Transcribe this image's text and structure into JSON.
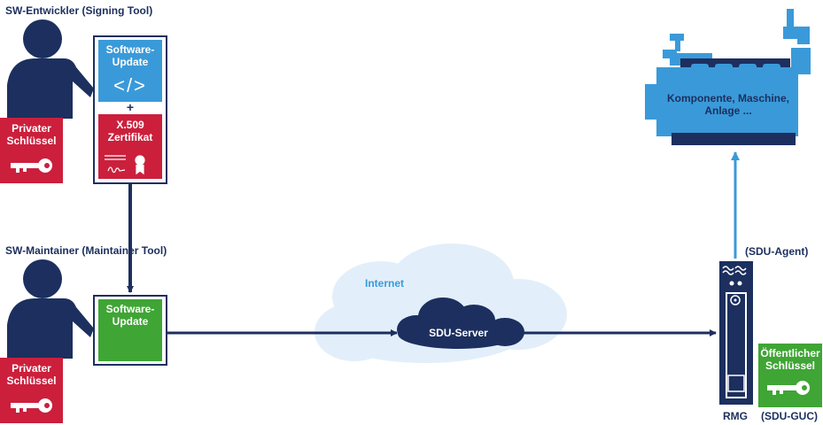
{
  "developer": {
    "title": "SW-Entwickler (Signing Tool)",
    "private_key": "Privater Schlüssel",
    "software_update": "Software-Update",
    "code_symbol": "</>",
    "plus": "+",
    "certificate": "X.509 Zertifikat"
  },
  "maintainer": {
    "title": "SW-Maintainer (Maintainer Tool)",
    "private_key": "Privater Schlüssel",
    "software_update": "Software-Update"
  },
  "network": {
    "internet": "Internet",
    "server": "SDU-Server"
  },
  "target": {
    "machine": "Komponente, Maschine, Anlage ...",
    "agent": "(SDU-Agent)",
    "rmg": "RMG",
    "public_key": "Öffentlicher Schlüssel",
    "guc": "(SDU-GUC)"
  },
  "colors": {
    "navy": "#1c2f5e",
    "red": "#cc1f3c",
    "blue": "#3a9ad9",
    "green": "#3fa535",
    "cloud": "#e2effa"
  }
}
